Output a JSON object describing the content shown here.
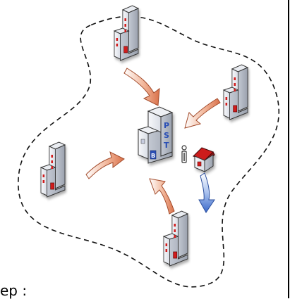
{
  "diagram": {
    "hub_building": {
      "icon": "post-office-building-icon",
      "sign_letters": [
        "P",
        "S",
        "T"
      ],
      "door_letter": "B",
      "colors": {
        "wall": "#eef0f4",
        "shade": "#b9bfca",
        "sign": "#2b4fb5"
      }
    },
    "outer_buildings": [
      {
        "id": "top",
        "icon": "office-building-icon"
      },
      {
        "id": "right",
        "icon": "office-building-icon"
      },
      {
        "id": "left",
        "icon": "office-building-icon"
      },
      {
        "id": "bottom",
        "icon": "office-building-icon"
      }
    ],
    "small_icons": [
      {
        "id": "info",
        "icon": "info-icon"
      },
      {
        "id": "house",
        "icon": "house-icon",
        "roof_color": "#cc1f1f"
      }
    ],
    "arrows": [
      {
        "from": "top",
        "to": "hub",
        "color": "#e08a63",
        "icon": "arrow-icon"
      },
      {
        "from": "right",
        "to": "hub",
        "color": "#e08a63",
        "icon": "arrow-icon"
      },
      {
        "from": "left",
        "to": "hub",
        "color": "#e08a63",
        "icon": "arrow-icon"
      },
      {
        "from": "bottom",
        "to": "hub",
        "color": "#e08a63",
        "icon": "arrow-icon"
      },
      {
        "from": "house",
        "to": "bottom",
        "color": "#4f7fd6",
        "icon": "arrow-icon"
      }
    ],
    "boundary": {
      "style": "dashed",
      "color": "#111111"
    }
  },
  "caption": {
    "text": "ep :"
  }
}
